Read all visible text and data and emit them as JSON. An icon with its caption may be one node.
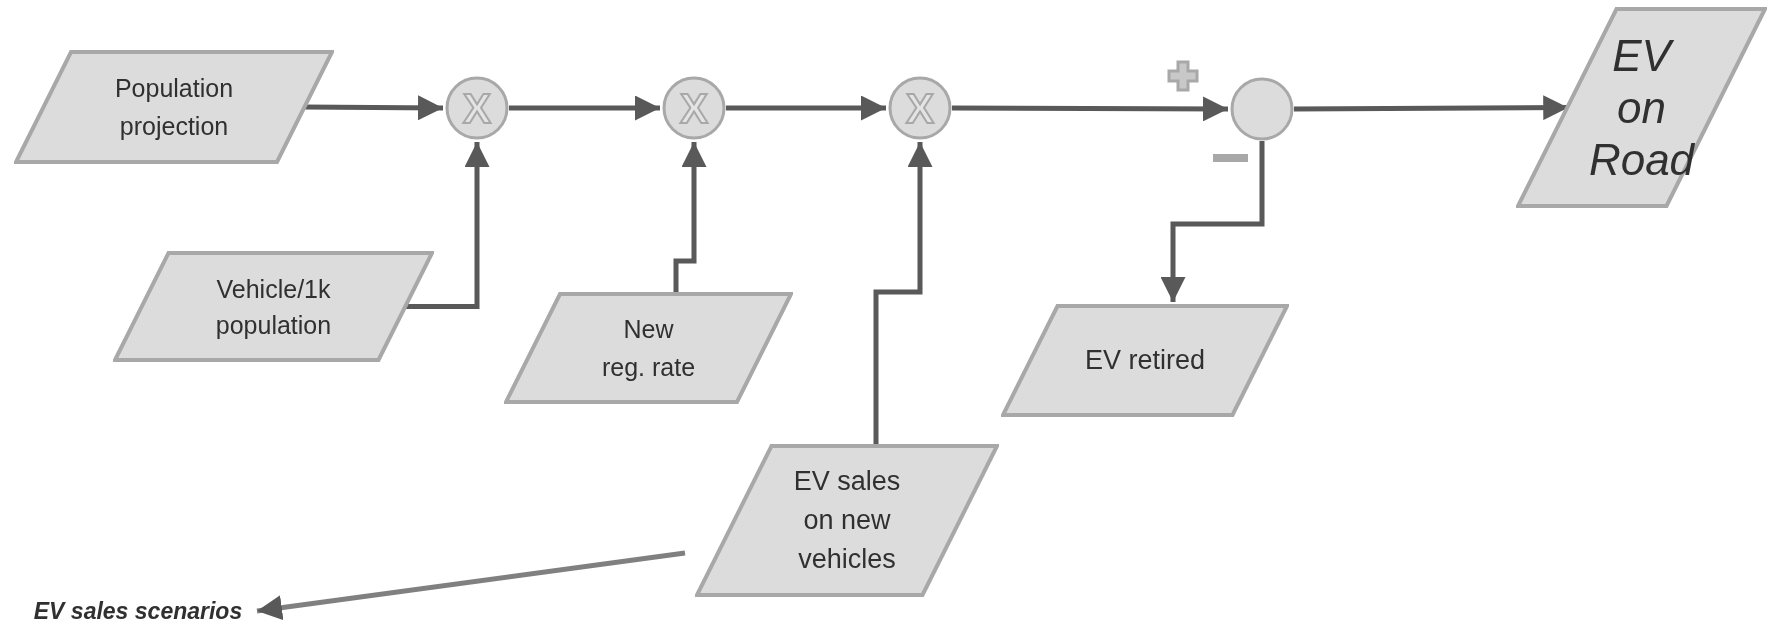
{
  "diagram": {
    "nodes": [
      {
        "text": [
          "Population projection"
        ]
      },
      {
        "text": [
          "X"
        ]
      },
      {
        "text": [
          "X"
        ]
      },
      {
        "text": [
          "X"
        ]
      },
      {
        "text": [],
        "shape": "circle"
      },
      {
        "text": [
          "EV on Road"
        ]
      },
      {
        "text": [
          "Vehicle/1k population"
        ]
      },
      {
        "text": [
          "New reg. rate"
        ]
      },
      {
        "text": [
          "EV retired"
        ]
      },
      {
        "text": [
          "EV sales on new vehicles"
        ]
      },
      {
        "text": [
          "EV sales scenarios"
        ]
      }
    ],
    "edges": [
      {
        "from": 0,
        "to": 1,
        "arrow": "to"
      },
      {
        "from": 6,
        "to": 1,
        "arrow": "to"
      },
      {
        "from": 7,
        "to": 2,
        "arrow": "to"
      },
      {
        "from": 9,
        "to": 3,
        "arrow": "to"
      },
      {
        "from": 1,
        "to": 2,
        "arrow": "to"
      },
      {
        "from": 2,
        "to": 3,
        "arrow": "to"
      },
      {
        "from": 3,
        "to": 4,
        "arrow": "to"
      },
      {
        "from": 4,
        "to": 5,
        "arrow": "to"
      },
      {
        "from": 4,
        "to": 8,
        "arrow": "to"
      },
      {
        "from": 9,
        "to": 10,
        "arrow": "to"
      }
    ]
  }
}
